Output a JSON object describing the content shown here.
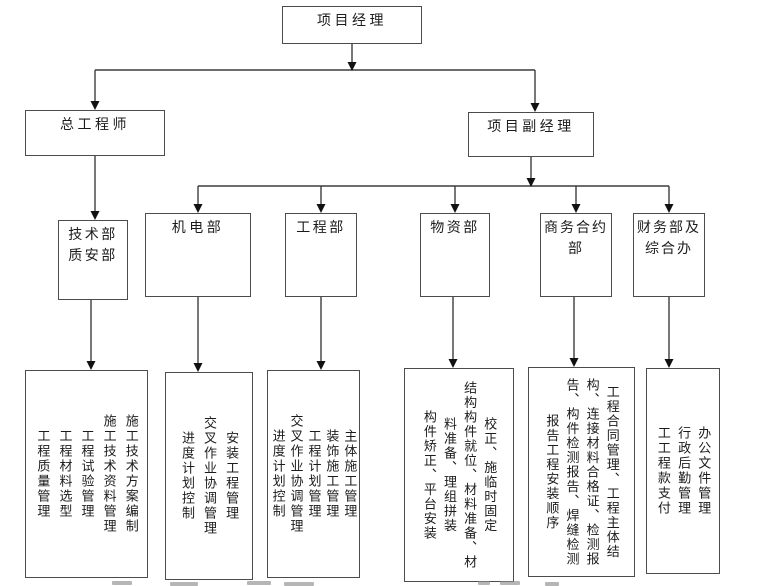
{
  "diagram": {
    "title_semantic": "project-organization-chart",
    "root": {
      "label": "项目经理"
    },
    "level2": [
      {
        "label": "总工程师"
      },
      {
        "label": "项目副经理"
      }
    ],
    "departments": [
      {
        "lines": [
          "技术部",
          "质安部"
        ]
      },
      {
        "lines": [
          "机电部"
        ]
      },
      {
        "lines": [
          "工程部"
        ]
      },
      {
        "lines": [
          "物资部"
        ]
      },
      {
        "lines": [
          "商务合约",
          "部"
        ]
      },
      {
        "lines": [
          "财务部及",
          "综合办"
        ]
      }
    ],
    "duties": [
      {
        "columns": [
          "施工技术方案编制",
          "施工技术资料管理",
          "工程试验管理",
          "工程材料选型",
          "工程质量管理"
        ]
      },
      {
        "columns": [
          "安装工程管理",
          "交叉作业协调管理",
          "进度计划控制"
        ]
      },
      {
        "columns": [
          "主体施工管理",
          "装饰施工管理",
          "工程计划管理",
          "交叉作业协调管理",
          "进度计划控制"
        ]
      },
      {
        "columns": [
          "校正、施临时固定",
          "结构构件就位、材料准备、材",
          "料准备、理组拼装",
          "构件矫正、平台安装"
        ]
      },
      {
        "columns": [
          "工程合同管理、工程主体结",
          "构、连接材料合格证、检测报",
          "告、构件检测报告、焊缝检测",
          "报告工程安装顺序"
        ]
      },
      {
        "columns": [
          "办公文件管理",
          "行政后勤管理",
          "工工程款支付"
        ]
      }
    ],
    "colors": {
      "line": "#3d3d3d",
      "border": "#4c4c4c",
      "text": "#1c1c1c",
      "background": "#ffffff"
    }
  }
}
